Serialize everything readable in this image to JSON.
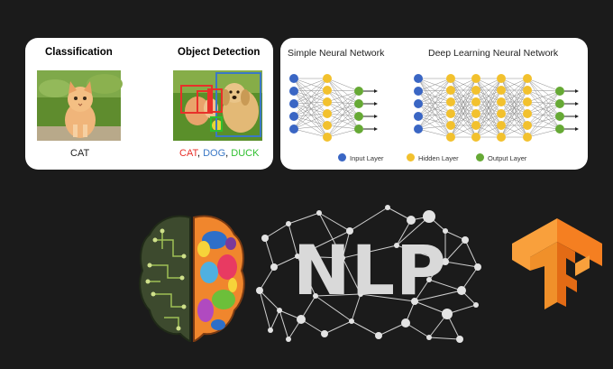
{
  "colors": {
    "background": "#1b1b1b",
    "input": "#3a66c4",
    "hidden": "#f2c12e",
    "output": "#66a935",
    "cat_red": "#e8302a",
    "dog_blue": "#3a78c6",
    "duck_green": "#2fbf2f",
    "tf_orange": "#f49630"
  },
  "vision": {
    "classification_title": "Classification",
    "object_detection_title": "Object Detection",
    "class_label": "CAT",
    "det_cat": "CAT",
    "det_sep1": ", ",
    "det_dog": "DOG",
    "det_sep2": ", ",
    "det_duck": "DUCK"
  },
  "networks": {
    "simple_title": "Simple Neural Network",
    "deep_title": "Deep Learning Neural Network",
    "legend": {
      "input": "Input Layer",
      "hidden": "Hidden Layer",
      "output": "Output Layer"
    }
  },
  "nlp": {
    "title": "NLP"
  },
  "icons": [
    "cat-photo",
    "dog-photo",
    "brain-icon",
    "tensorflow-logo"
  ]
}
